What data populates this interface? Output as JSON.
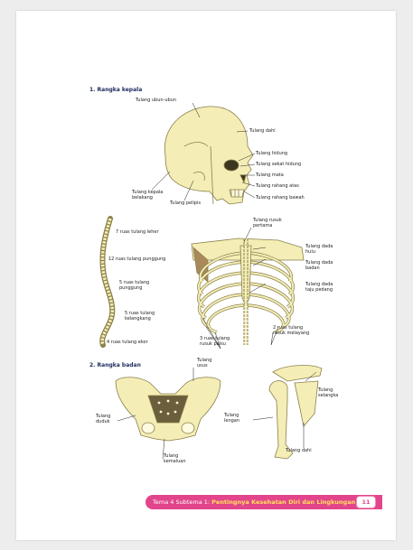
{
  "sections": {
    "skull_title": "1. Rangka kepala",
    "body_title": "2. Rangka badan"
  },
  "skull_labels": {
    "ubun": "Tulang ubun-ubun",
    "dahi": "Tulang dahi",
    "hidung": "Tulang hidung",
    "sekat": "Tulang sekat hidung",
    "mata": "Tulang mata",
    "rahang_atas": "Tulang rahang atas",
    "rahang_bawah": "Tulang rahang bawah",
    "belakang": "Tulang kepala\nbelakang",
    "pelipis": "Tulang pelipis"
  },
  "spine_labels": {
    "leher": "7 ruas tulang leher",
    "punggung": "12 ruas tulang punggung",
    "pinggang": "5 ruas tulang\npunggung",
    "kelangkang": "5 ruas tulang\nkelangkang",
    "ekor": "4 ruas tulang ekor"
  },
  "rib_labels": {
    "rusuk_pertama": "Tulang rusuk\npertama",
    "dada_hulu": "Tulang dada\nhulu",
    "dada_badan": "Tulang dada\nbadan",
    "taju_pedang": "Tulang dada\ntaju pedang",
    "rusuk_palsu": "3 ruas tulang\nrusuk palsu",
    "rusuk_melayang": "2 ruas tulang\nrusuk melayang"
  },
  "pelvis_labels": {
    "usus": "Tulang\nusus",
    "duduk": "Tulang\nduduk",
    "kemaluan": "Tulang\nkemaluan"
  },
  "arm_labels": {
    "selangka": "Tulang\nselangka",
    "lengan": "Tulang\nlengan",
    "dahi": "Tulang dahi"
  },
  "footer": {
    "prefix": "Tema 4 Subtema 1: ",
    "title": "Pentingnya Kesehatan Diri dan Lingkungan",
    "page_number": "11"
  },
  "colors": {
    "bone": "#f4eeb6",
    "bone_stroke": "#8a7f4a",
    "footer": "#e2458b",
    "footer_title": "#ffe25a"
  }
}
